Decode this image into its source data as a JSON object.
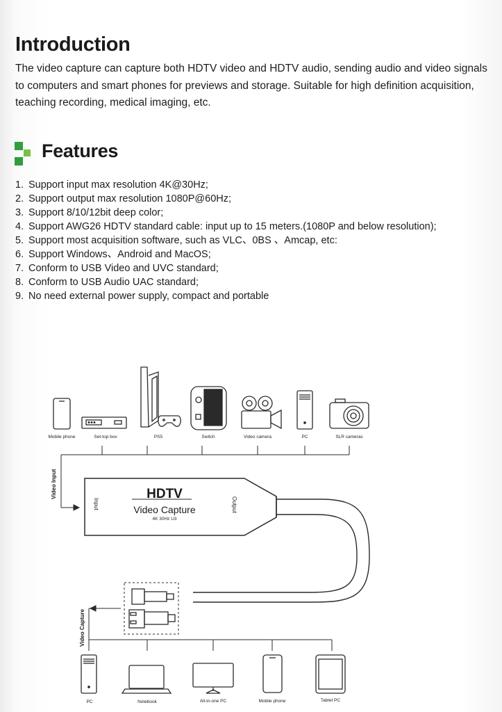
{
  "introduction": {
    "title": "Introduction",
    "body": "The video capture can capture both HDTV video and HDTV audio, sending audio and video signals to computers and smart phones for previews and storage. Suitable for high definition acquisition, teaching recording, medical imaging, etc."
  },
  "features": {
    "title": "Features",
    "logo_colors": [
      "#2e9e3e",
      "#7ac143"
    ],
    "items": [
      {
        "num": "1.",
        "text": "Support input max resolution 4K@30Hz;"
      },
      {
        "num": "2.",
        "text": "Support output max resolution 1080P@60Hz;"
      },
      {
        "num": "3.",
        "text": "Support 8/10/12bit deep color;"
      },
      {
        "num": "4.",
        "text": "Support AWG26 HDTV standard cable: input up to 15 meters.(1080P and below resolution);"
      },
      {
        "num": "5.",
        "text": "Support most acquisition software, such as VLC、0BS 、Amcap, etc:"
      },
      {
        "num": "6.",
        "text": "Support Windows、Android and MacOS;"
      },
      {
        "num": "7.",
        "text": "Conform to USB Video and UVC standard;"
      },
      {
        "num": "8.",
        "text": "Conform to USB Audio UAC standard;"
      },
      {
        "num": "9.",
        "text": "No need external power supply, compact and portable"
      }
    ]
  },
  "diagram": {
    "input_sources": [
      {
        "label": "Mobile phone",
        "icon": "mobile-phone-icon"
      },
      {
        "label": "Set-top box",
        "icon": "set-top-box-icon"
      },
      {
        "label": "PS5",
        "icon": "ps5-console-icon"
      },
      {
        "label": "Switch",
        "icon": "switch-console-icon"
      },
      {
        "label": "Video camera",
        "icon": "video-camera-icon"
      },
      {
        "label": "PC",
        "icon": "pc-tower-icon"
      },
      {
        "label": "SLR cameras",
        "icon": "slr-camera-icon"
      }
    ],
    "video_input_label": "Video Input",
    "device": {
      "title": "HDTV",
      "subtitle": "Video Capture",
      "spec": "4K 30Hz U3",
      "input_port": "Input",
      "output_port": "Output"
    },
    "video_capture_label": "Video Capture",
    "output_targets": [
      {
        "label": "PC",
        "icon": "pc-tower-icon"
      },
      {
        "label": "Notebook",
        "icon": "notebook-icon"
      },
      {
        "label": "All-in-one PC",
        "icon": "all-in-one-pc-icon"
      },
      {
        "label": "Mobile phone",
        "icon": "mobile-phone-icon"
      },
      {
        "label": "Tablet PC",
        "icon": "tablet-icon"
      }
    ]
  }
}
